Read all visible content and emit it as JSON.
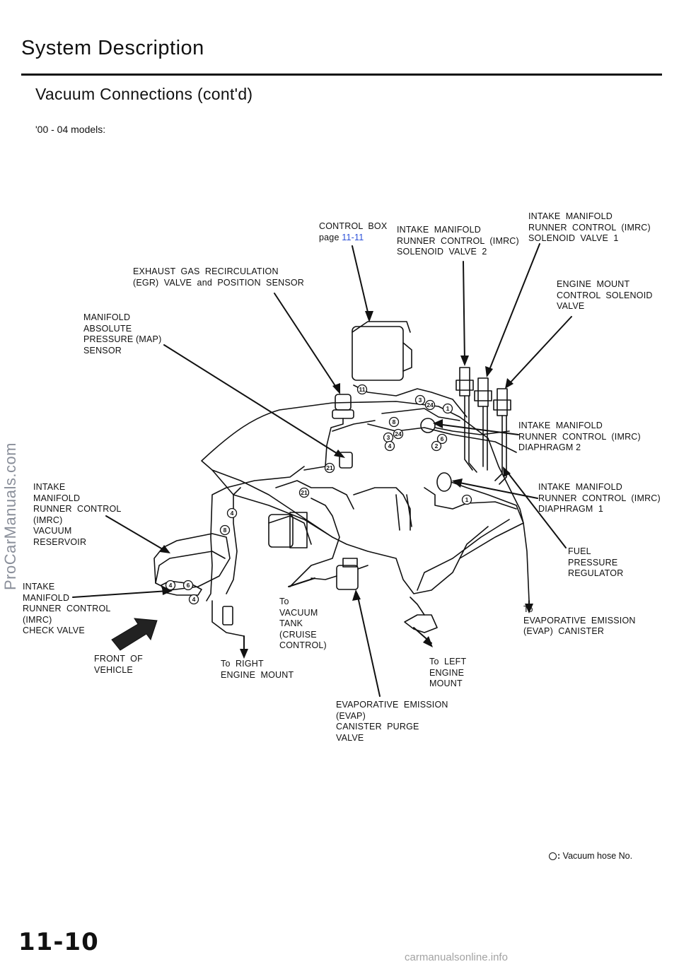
{
  "header": {
    "title": "System Description",
    "subtitle": "Vacuum Connections (cont'd)",
    "models": "'00 - 04  models:"
  },
  "labels": {
    "control_box": "CONTROL  BOX",
    "control_box_page_prefix": "page ",
    "control_box_page_ref": "11-11",
    "imrc_solenoid_2": "INTAKE  MANIFOLD\nRUNNER  CONTROL  (IMRC)\nSOLENOID  VALVE  2",
    "imrc_solenoid_1": "INTAKE  MANIFOLD\nRUNNER  CONTROL  (IMRC)\nSOLENOID  VALVE  1",
    "egr_valve": "EXHAUST  GAS  RECIRCULATION\n(EGR)  VALVE  and  POSITION  SENSOR",
    "engine_mount_solenoid": "ENGINE  MOUNT\nCONTROL  SOLENOID\nVALVE",
    "map_sensor": "MANIFOLD\nABSOLUTE\nPRESSURE (MAP)\nSENSOR",
    "imrc_diaphragm_2": "INTAKE  MANIFOLD\nRUNNER  CONTROL  (IMRC)\nDIAPHRAGM 2",
    "imrc_diaphragm_1": "INTAKE  MANIFOLD\nRUNNER  CONTROL  (IMRC)\nDIAPHRAGM  1",
    "imrc_vacuum_reservoir": "INTAKE\nMANIFOLD\nRUNNER  CONTROL\n(IMRC)\nVACUUM\nRESERVOIR",
    "fuel_pressure_regulator": "FUEL\nPRESSURE\nREGULATOR",
    "imrc_check_valve": "INTAKE\nMANIFOLD\nRUNNER  CONTROL\n(IMRC)\nCHECK VALVE",
    "to_vacuum_tank": "To\nVACUUM\nTANK\n(CRUISE\nCONTROL)",
    "to_evap_canister": "To\nEVAPORATIVE  EMISSION\n(EVAP)  CANISTER",
    "front_of_vehicle": "FRONT  OF\nVEHICLE",
    "to_right_engine_mount": "To  RIGHT\nENGINE  MOUNT",
    "to_left_engine_mount": "To  LEFT\nENGINE\nMOUNT",
    "evap_purge_valve": "EVAPORATIVE  EMISSION\n(EVAP)\nCANISTER  PURGE\nVALVE"
  },
  "hose_numbers": [
    "11",
    "3",
    "24",
    "1",
    "8",
    "24",
    "3",
    "4",
    "6",
    "2",
    "21",
    "21",
    "1",
    "4",
    "8",
    "4",
    "6",
    "4"
  ],
  "legend": {
    "text": "Vacuum  hose  No."
  },
  "footer": {
    "page_number": "11-10",
    "side_watermark": "ProCarManuals.com",
    "bottom_watermark": "carmanualsonline.info"
  }
}
